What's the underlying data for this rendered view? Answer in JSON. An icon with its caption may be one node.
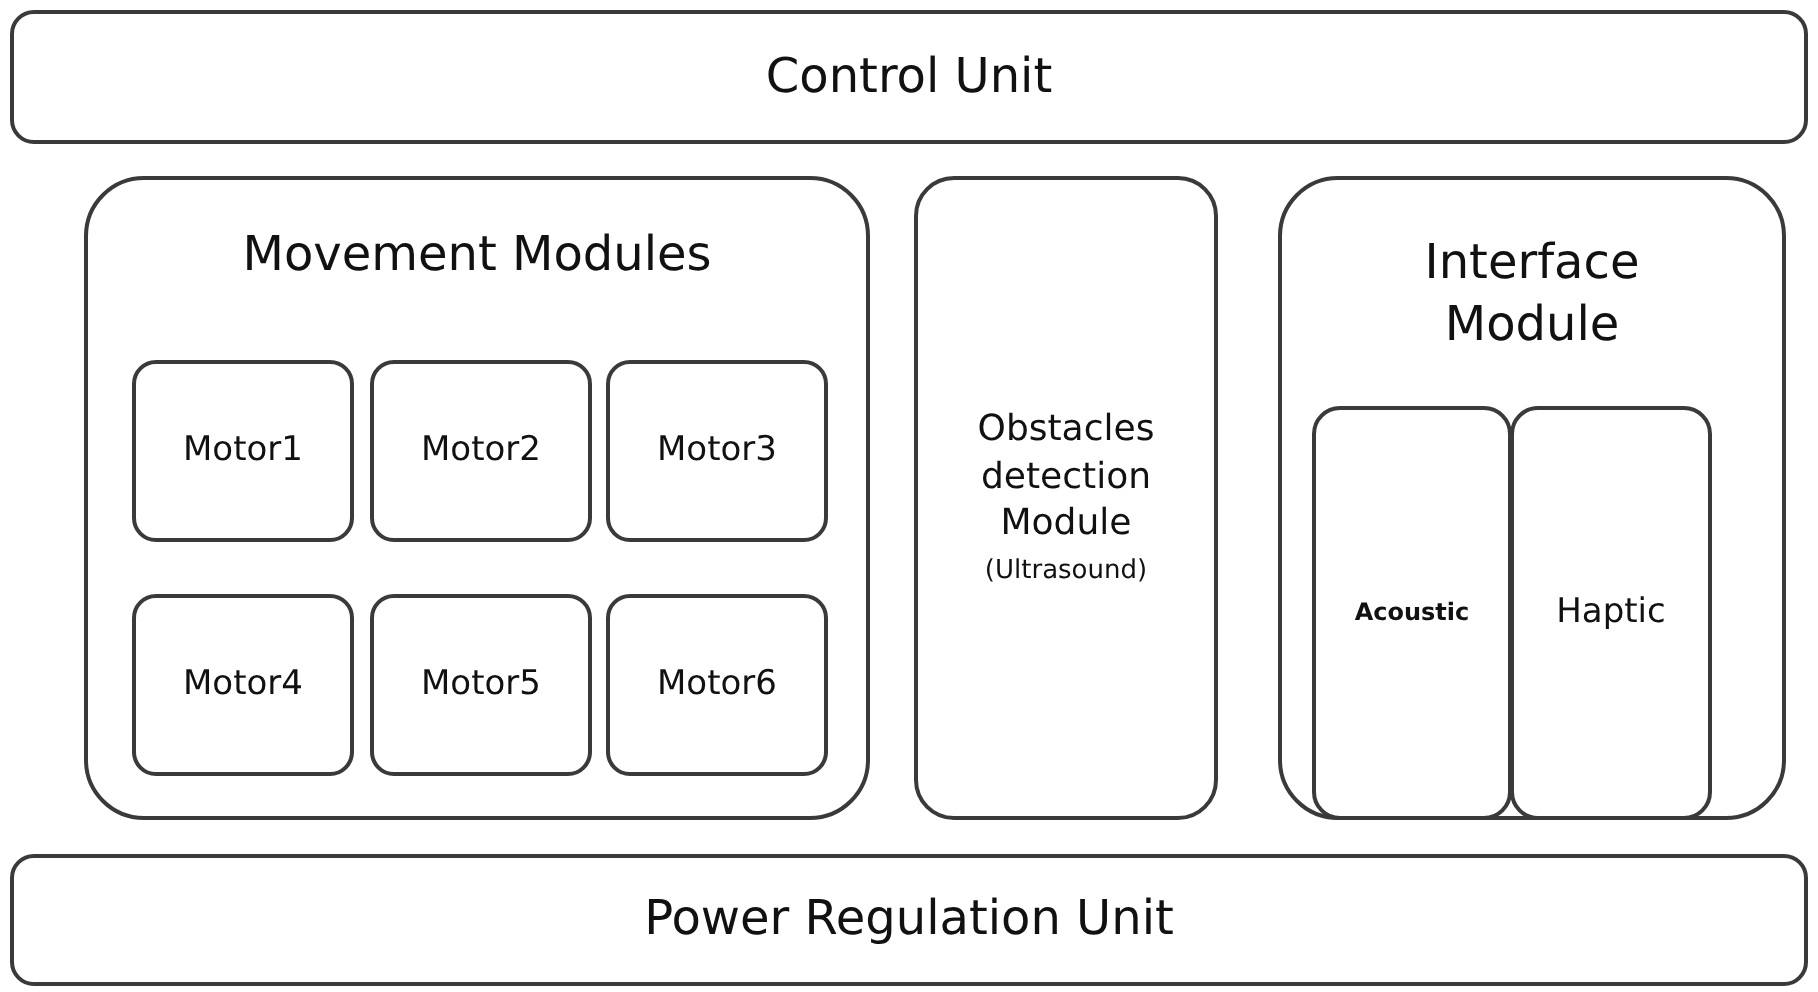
{
  "diagram": {
    "nodes": [
      {
        "text": [
          "Control Unit"
        ]
      },
      {
        "text": [
          "Movement Modules"
        ]
      },
      {
        "text": [
          "Motor1"
        ],
        "in": 1
      },
      {
        "text": [
          "Motor2"
        ],
        "in": 1
      },
      {
        "text": [
          "Motor3"
        ],
        "in": 1
      },
      {
        "text": [
          "Motor4"
        ],
        "in": 1
      },
      {
        "text": [
          "Motor5"
        ],
        "in": 1
      },
      {
        "text": [
          "Motor6"
        ],
        "in": 1
      },
      {
        "text": [
          "Obstacles detection Module",
          "(Ultrasound)"
        ]
      },
      {
        "text": [
          "Interface Module"
        ]
      },
      {
        "text": [
          "Acoustic"
        ],
        "in": 9
      },
      {
        "text": [
          "Haptic"
        ],
        "in": 9
      },
      {
        "text": [
          "Power Regulation Unit"
        ]
      }
    ]
  }
}
